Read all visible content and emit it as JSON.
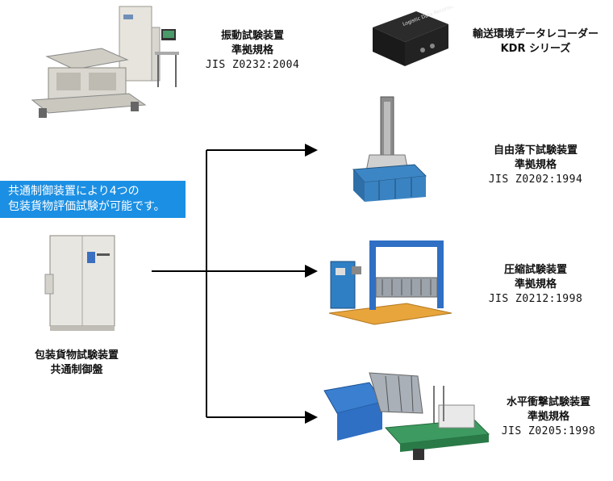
{
  "callout": {
    "line1": "共通制御装置により4つの",
    "line2": "包装貨物評価試験が可能です。"
  },
  "controller": {
    "line1": "包装貨物試験装置",
    "line2": "共通制御盤"
  },
  "vibration": {
    "line1": "振動試験装置",
    "line2": "準拠規格",
    "line3": "JIS Z0232:2004"
  },
  "recorder": {
    "line1": "輸送環境データレコーダー",
    "line2": "KDR シリーズ",
    "device_text": "Logistic Data Recorder"
  },
  "drop": {
    "line1": "自由落下試験装置",
    "line2": "準拠規格",
    "line3": "JIS Z0202:1994"
  },
  "compression": {
    "line1": "圧縮試験装置",
    "line2": "準拠規格",
    "line3": "JIS Z0212:1998"
  },
  "impact": {
    "line1": "水平衝撃試験装置",
    "line2": "準拠規格",
    "line3": "JIS Z0205:1998"
  },
  "colors": {
    "callout_bg": "#1b8fe3",
    "line": "#000000",
    "machine_blue": "#2f6fc4",
    "frame_cream": "#ece9dc",
    "floor_orange": "#e8a53c"
  }
}
